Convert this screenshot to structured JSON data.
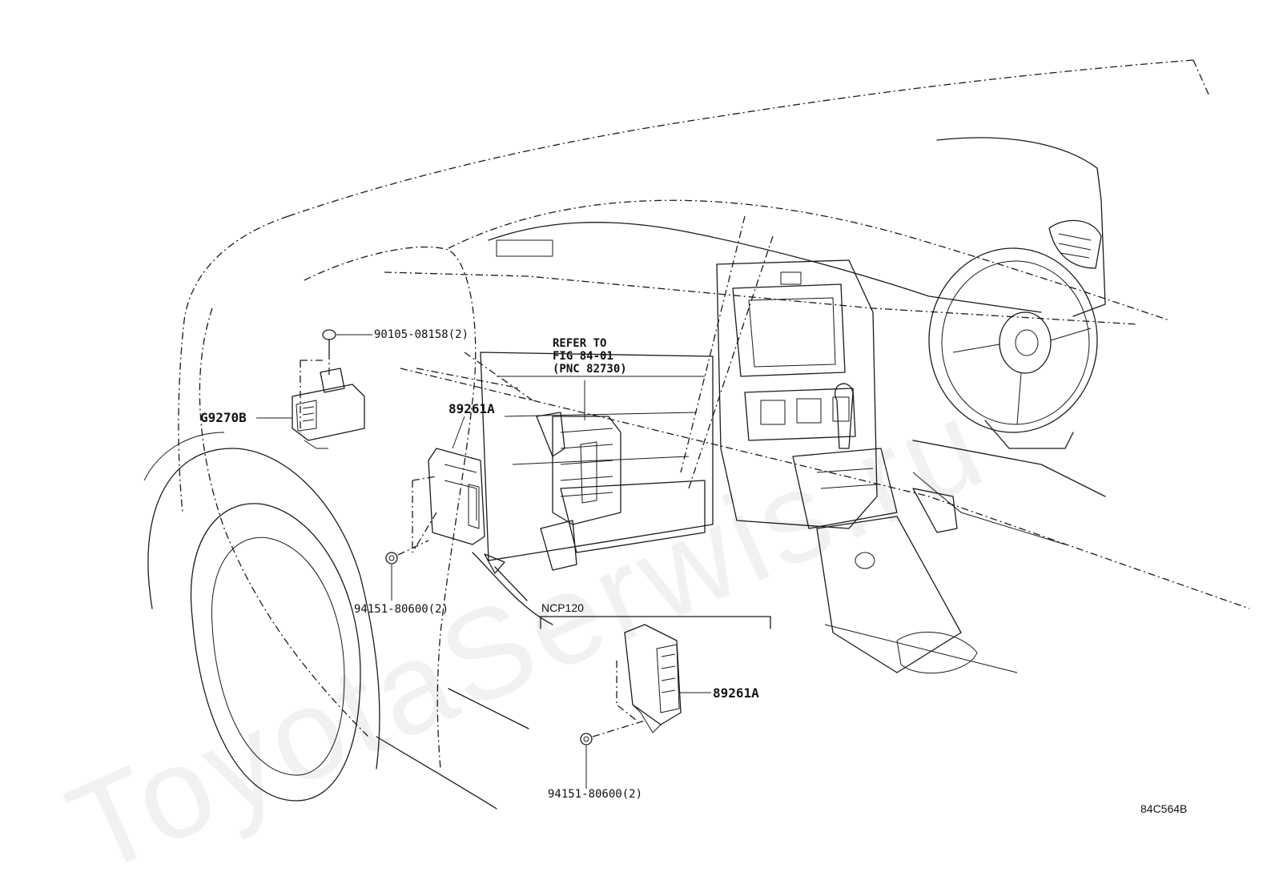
{
  "diagram_code": "84C564B",
  "watermark": "ToyotaSerwis.ru",
  "labels": {
    "bolt": "90105-08158(2)",
    "module_left": "G9270B",
    "ecu_main": "89261A",
    "nut_upper": "94151-80600(2)",
    "variant": "NCP120",
    "ecu_variant": "89261A",
    "nut_lower": "94151-80600(2)"
  },
  "note": {
    "line1": "REFER TO",
    "line2": "FIG 84-01",
    "line3": "(PNC 82730)"
  }
}
